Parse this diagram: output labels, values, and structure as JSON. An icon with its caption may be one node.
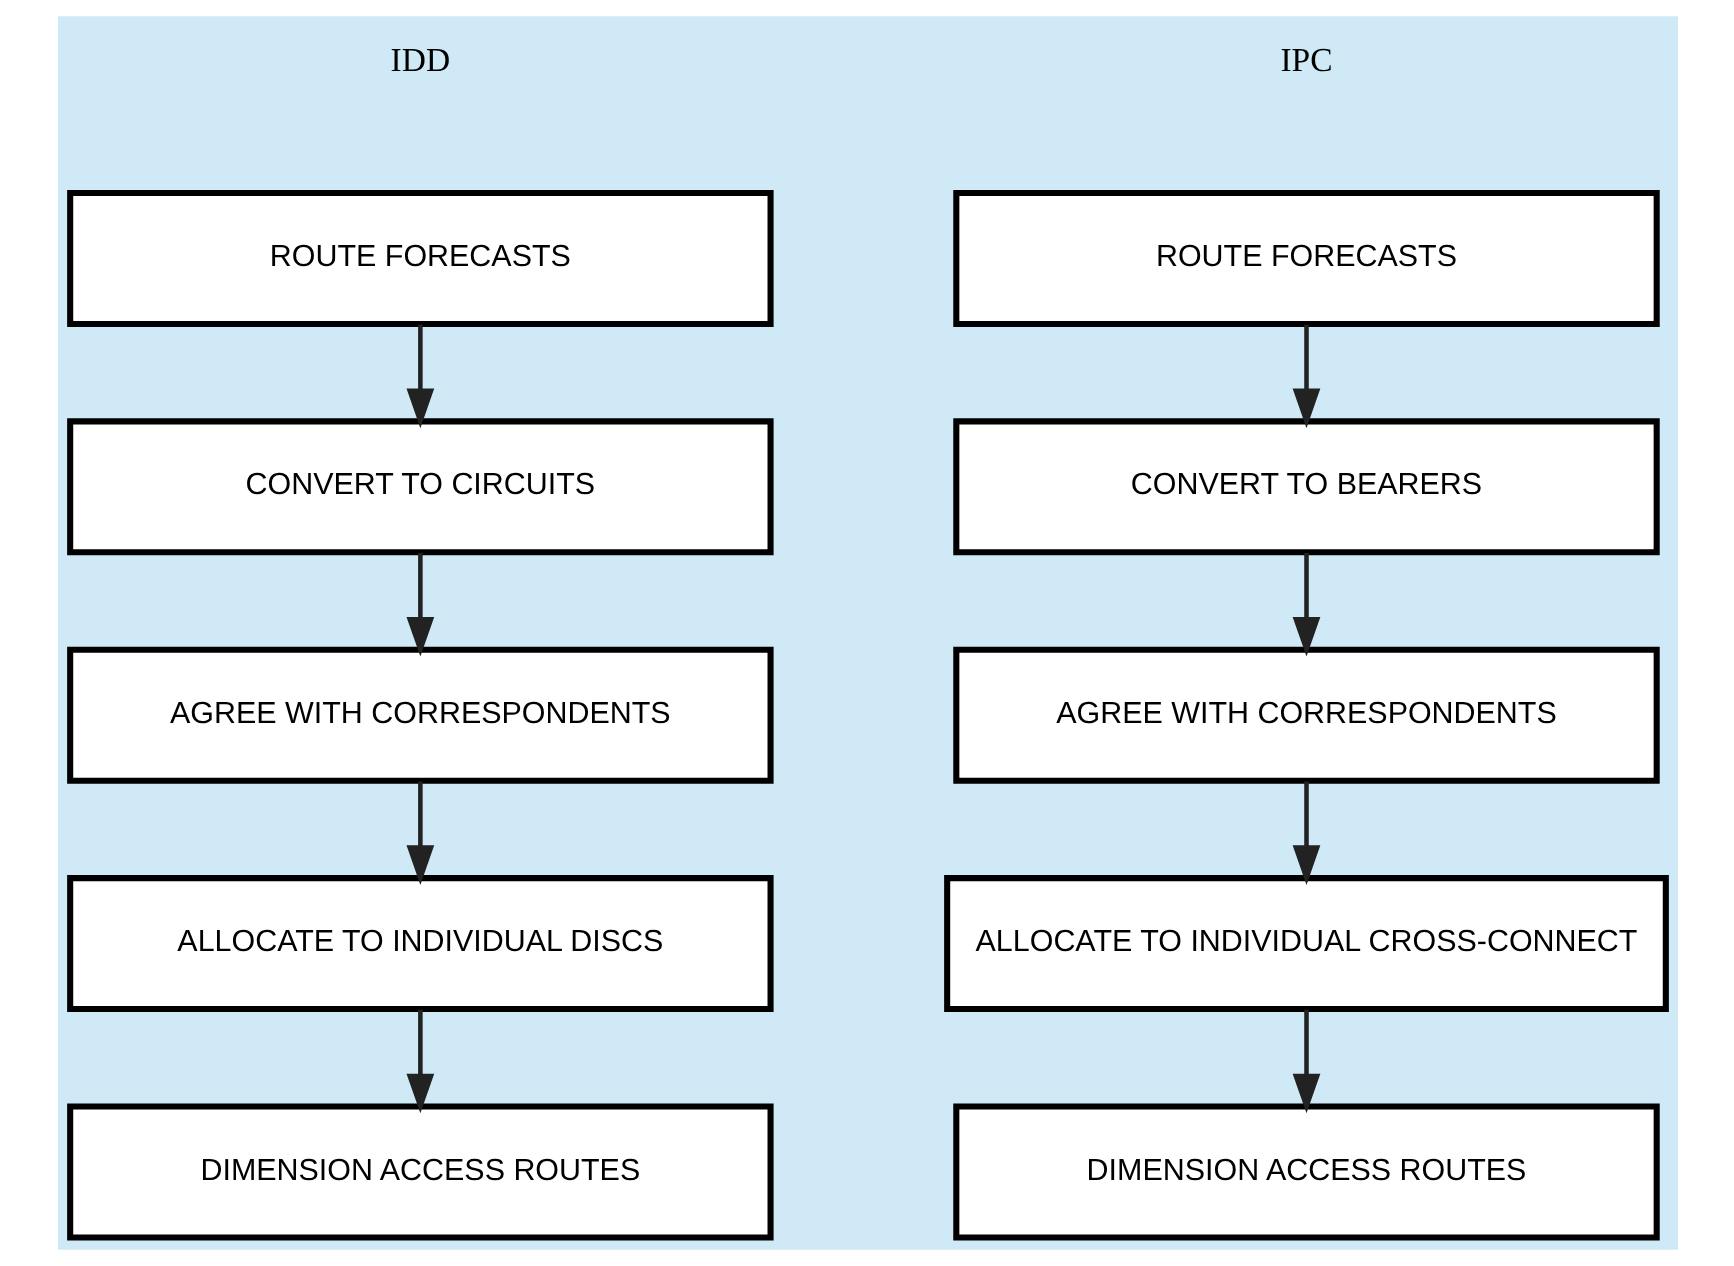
{
  "diagram": {
    "nodes": [
      {
        "text": [
          "ROUTE FORECASTS"
        ]
      },
      {
        "text": [
          "CONVERT TO CIRCUITS"
        ]
      },
      {
        "text": [
          "AGREE WITH CORRESPONDENTS"
        ]
      },
      {
        "text": [
          "ALLOCATE TO INDIVIDUAL DISCS"
        ]
      },
      {
        "text": [
          "DIMENSION ACCESS ROUTES"
        ]
      },
      {
        "text": [
          "ROUTE FORECASTS"
        ]
      },
      {
        "text": [
          "CONVERT TO BEARERS"
        ]
      },
      {
        "text": [
          "AGREE WITH CORRESPONDENTS"
        ]
      },
      {
        "text": [
          "ALLOCATE TO INDIVIDUAL CROSS-CONNECT"
        ]
      },
      {
        "text": [
          "DIMENSION ACCESS ROUTES"
        ]
      }
    ],
    "edges": [
      {
        "from": 0,
        "to": 1,
        "arrow": "to"
      },
      {
        "from": 1,
        "to": 2,
        "arrow": "to"
      },
      {
        "from": 2,
        "to": 3,
        "arrow": "to"
      },
      {
        "from": 3,
        "to": 4,
        "arrow": "to"
      },
      {
        "from": 5,
        "to": 6,
        "arrow": "to"
      },
      {
        "from": 6,
        "to": 7,
        "arrow": "to"
      },
      {
        "from": 7,
        "to": 8,
        "arrow": "to"
      },
      {
        "from": 8,
        "to": 9,
        "arrow": "to"
      }
    ],
    "labels": [
      "IDD",
      "IPC"
    ]
  }
}
